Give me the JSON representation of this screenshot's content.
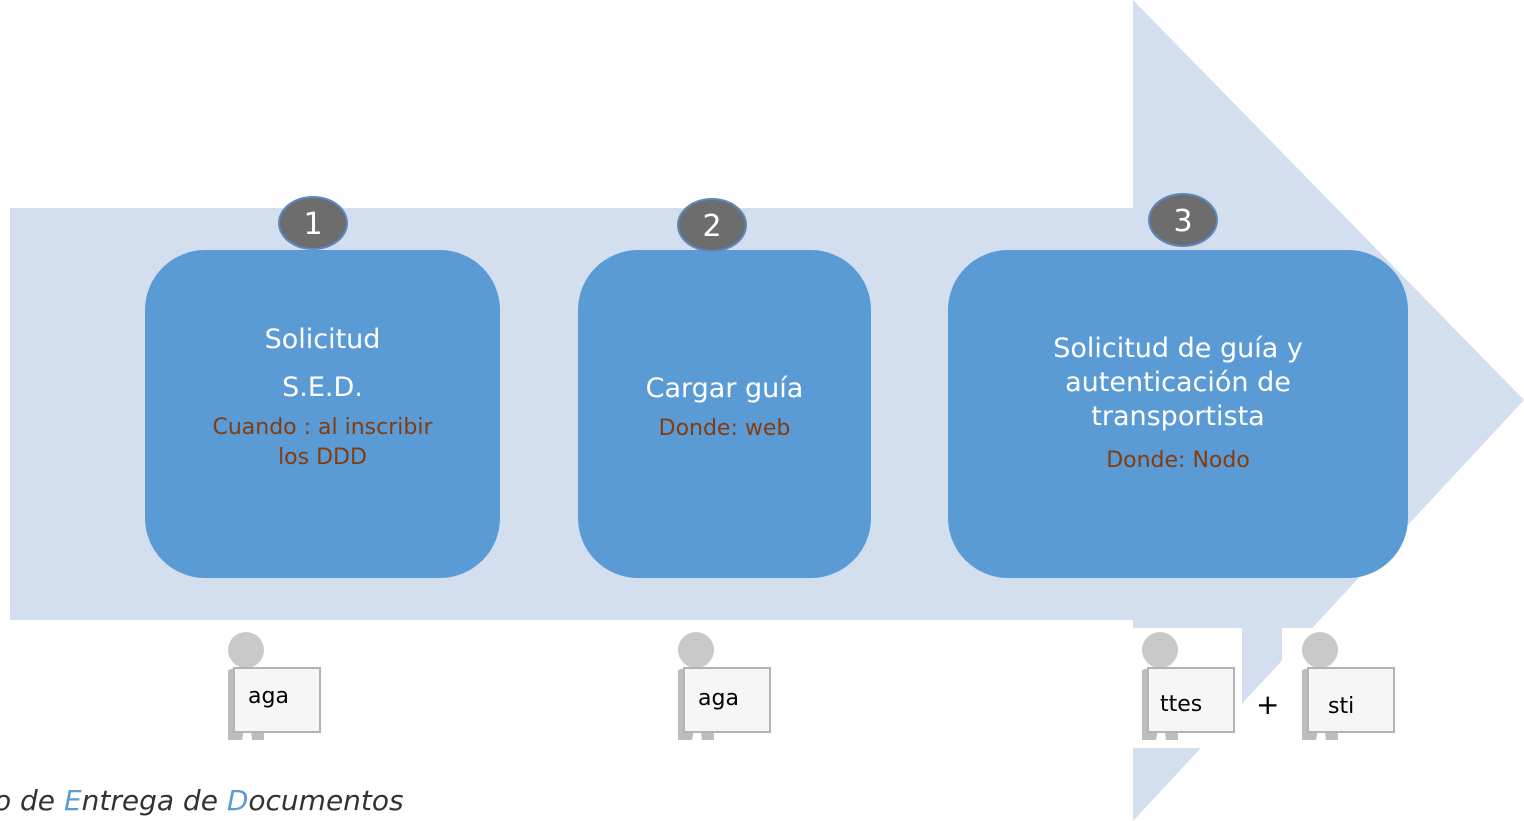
{
  "steps": [
    {
      "number": "1",
      "title_lines": [
        "Solicitud",
        "S.E.D."
      ],
      "detail_lines": [
        "Cuando : al inscribir",
        "los DDD"
      ]
    },
    {
      "number": "2",
      "title_lines": [
        "Cargar guía"
      ],
      "detail_lines": [
        "Donde: web"
      ]
    },
    {
      "number": "3",
      "title_lines": [
        "Solicitud de guía  y",
        "autenticación de",
        "transportista"
      ],
      "detail_lines": [
        "Donde: Nodo"
      ]
    }
  ],
  "actors": [
    {
      "sign": "aga"
    },
    {
      "sign": "aga"
    },
    {
      "sign": "ttes"
    },
    {
      "sign": "sti"
    }
  ],
  "connector": "+",
  "footer": {
    "parts": [
      {
        "text": "o de ",
        "highlight": false
      },
      {
        "text": "E",
        "highlight": true
      },
      {
        "text": "ntrega de ",
        "highlight": false
      },
      {
        "text": "D",
        "highlight": true
      },
      {
        "text": "ocumentos",
        "highlight": false
      }
    ]
  },
  "colors": {
    "arrow": "#d3deef",
    "box": "#5b9bd5",
    "badge": "#6d6d6d",
    "detail_text": "#843c0c",
    "footer_highlight": "#5b9bd5"
  }
}
